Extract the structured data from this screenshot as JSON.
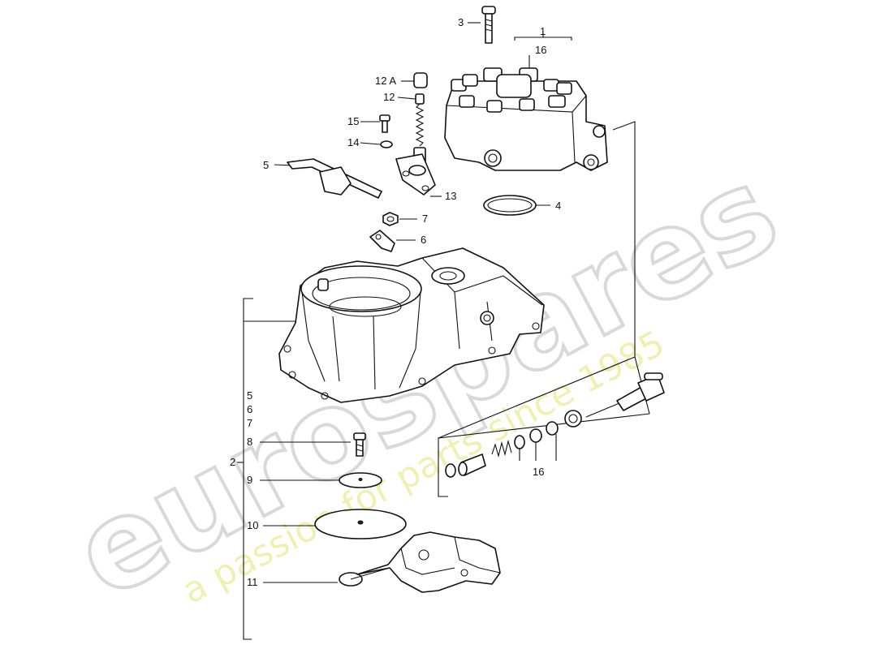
{
  "watermark": {
    "brand": "eurospares",
    "tagline": "a passion for parts since 1985"
  },
  "callouts": {
    "c1": "1",
    "c16_top": "16",
    "c3": "3",
    "c12a": "12 A",
    "c12": "12",
    "c15": "15",
    "c14": "14",
    "c5": "5",
    "c13": "13",
    "c4": "4",
    "c7": "7",
    "c6": "6",
    "c2": "2",
    "g5": "5",
    "g6": "6",
    "g7": "7",
    "c8": "8",
    "c9": "9",
    "c10": "10",
    "c11": "11",
    "c16_bottom": "16"
  }
}
